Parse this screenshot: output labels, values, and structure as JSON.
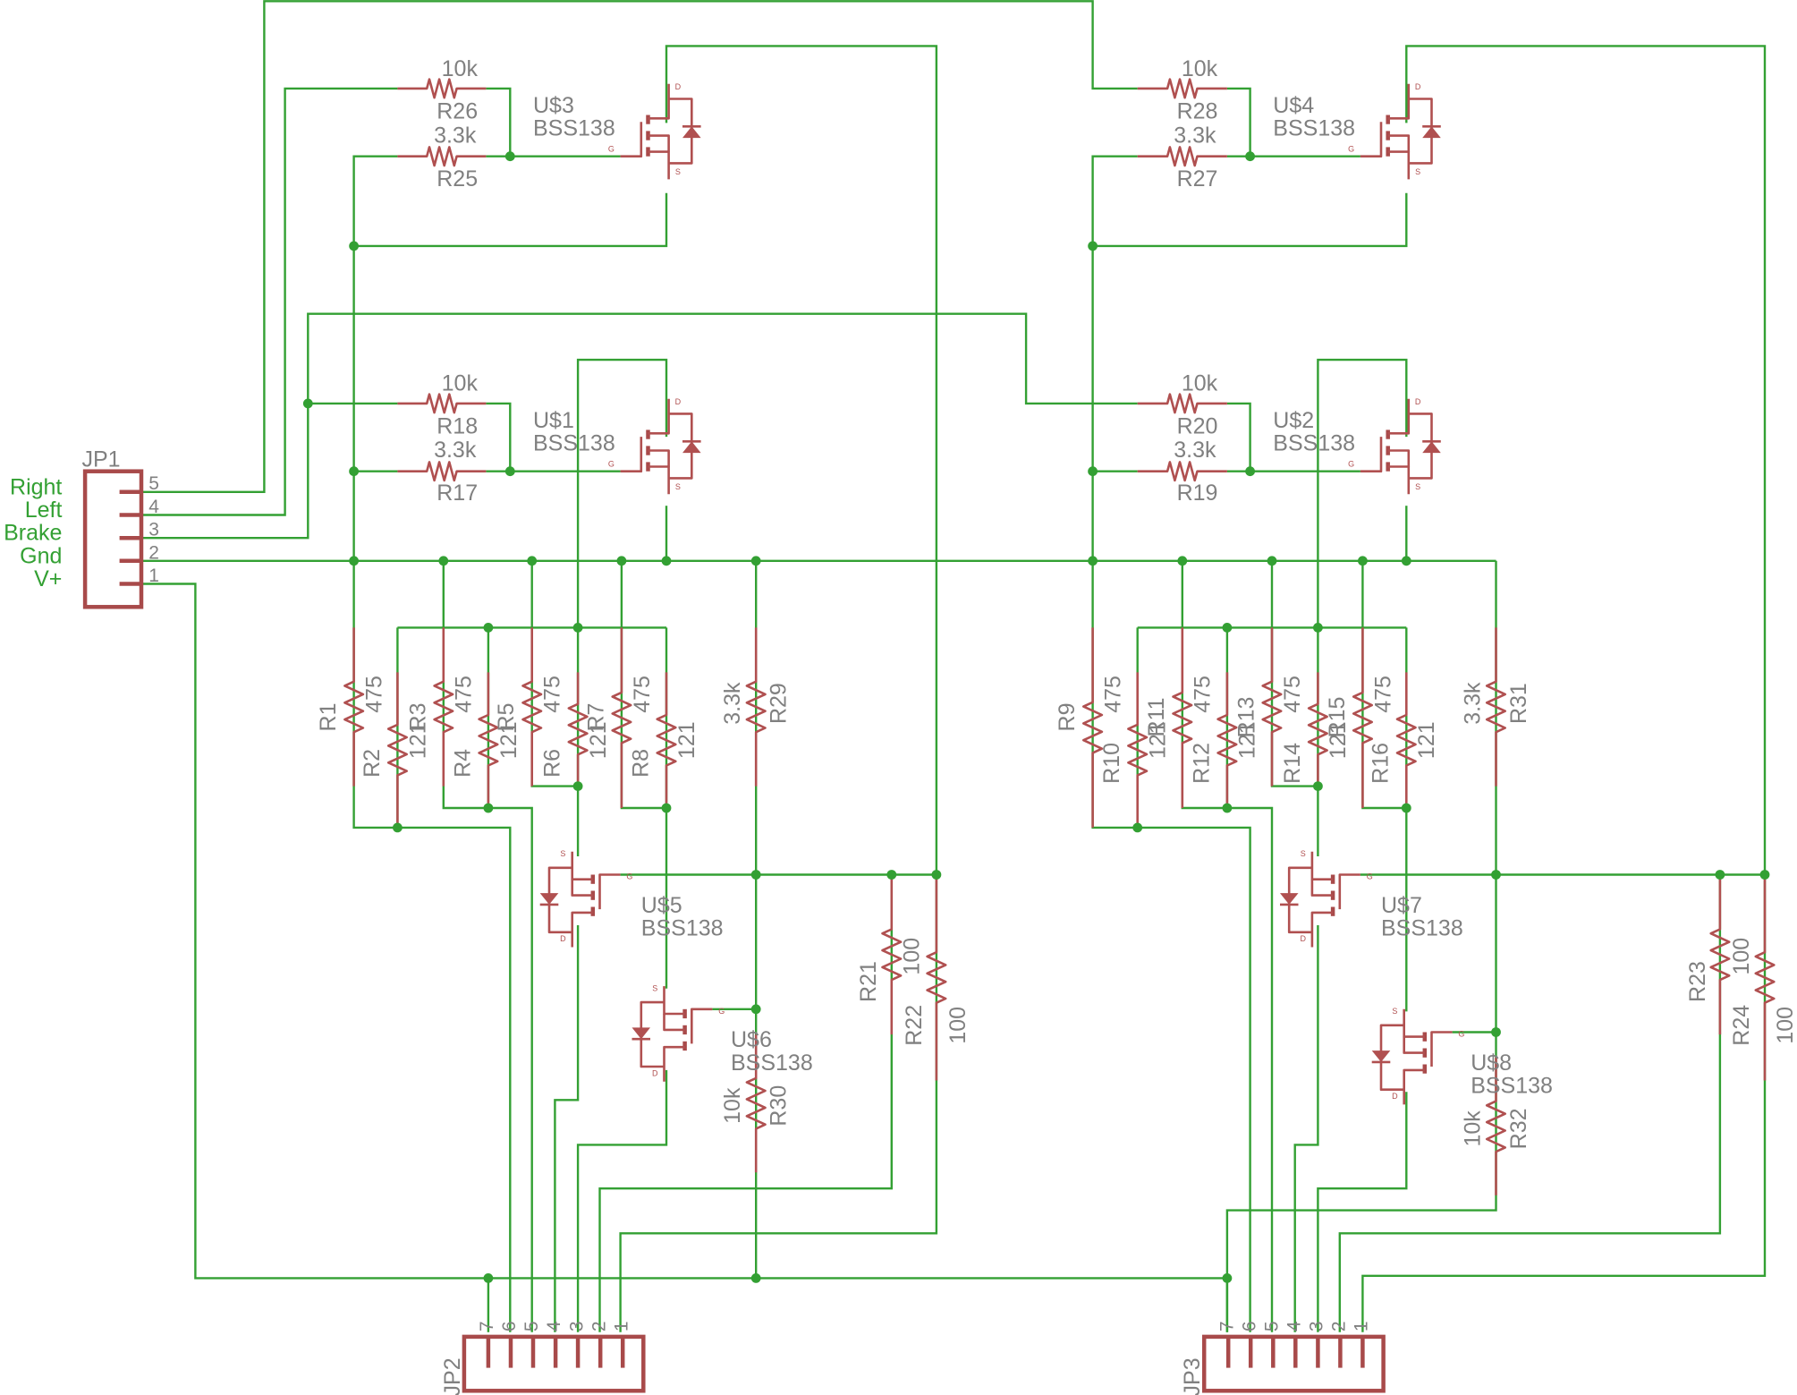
{
  "connectors": {
    "jp1": {
      "name": "JP1",
      "pins": [
        "5",
        "4",
        "3",
        "2",
        "1"
      ]
    },
    "jp2": {
      "name": "JP2",
      "pins": [
        "7",
        "6",
        "5",
        "4",
        "3",
        "2",
        "1"
      ]
    },
    "jp3": {
      "name": "JP3",
      "pins": [
        "7",
        "6",
        "5",
        "4",
        "3",
        "2",
        "1"
      ]
    }
  },
  "net_labels": [
    "Right",
    "Left",
    "Brake",
    "Gnd",
    "V+"
  ],
  "resistors": [
    {
      "name": "R26",
      "value": "10k"
    },
    {
      "name": "R25",
      "value": "3.3k"
    },
    {
      "name": "R28",
      "value": "10k"
    },
    {
      "name": "R27",
      "value": "3.3k"
    },
    {
      "name": "R18",
      "value": "10k"
    },
    {
      "name": "R17",
      "value": "3.3k"
    },
    {
      "name": "R20",
      "value": "10k"
    },
    {
      "name": "R19",
      "value": "3.3k"
    },
    {
      "name": "R1",
      "value": "475"
    },
    {
      "name": "R2",
      "value": "121"
    },
    {
      "name": "R3",
      "value": "475"
    },
    {
      "name": "R4",
      "value": "121"
    },
    {
      "name": "R5",
      "value": "475"
    },
    {
      "name": "R6",
      "value": "121"
    },
    {
      "name": "R7",
      "value": "475"
    },
    {
      "name": "R8",
      "value": "121"
    },
    {
      "name": "R29",
      "value": "3.3k"
    },
    {
      "name": "R9",
      "value": "475"
    },
    {
      "name": "R10",
      "value": "121"
    },
    {
      "name": "R11",
      "value": "475"
    },
    {
      "name": "R12",
      "value": "121"
    },
    {
      "name": "R13",
      "value": "475"
    },
    {
      "name": "R14",
      "value": "121"
    },
    {
      "name": "R15",
      "value": "475"
    },
    {
      "name": "R16",
      "value": "121"
    },
    {
      "name": "R31",
      "value": "3.3k"
    },
    {
      "name": "R21",
      "value": "100"
    },
    {
      "name": "R22",
      "value": "100"
    },
    {
      "name": "R23",
      "value": "100"
    },
    {
      "name": "R24",
      "value": "100"
    },
    {
      "name": "R30",
      "value": "10k"
    },
    {
      "name": "R32",
      "value": "10k"
    }
  ],
  "transistors": [
    {
      "name": "U$3",
      "part": "BSS138"
    },
    {
      "name": "U$4",
      "part": "BSS138"
    },
    {
      "name": "U$1",
      "part": "BSS138"
    },
    {
      "name": "U$2",
      "part": "BSS138"
    },
    {
      "name": "U$5",
      "part": "BSS138"
    },
    {
      "name": "U$6",
      "part": "BSS138"
    },
    {
      "name": "U$7",
      "part": "BSS138"
    },
    {
      "name": "U$8",
      "part": "BSS138"
    }
  ],
  "fet_pin_letters": {
    "drain": "D",
    "source": "S",
    "gate": "G"
  },
  "colors": {
    "wire": "#33a033",
    "part": "#b05050",
    "label": "#808080",
    "background": "#ffffff"
  }
}
